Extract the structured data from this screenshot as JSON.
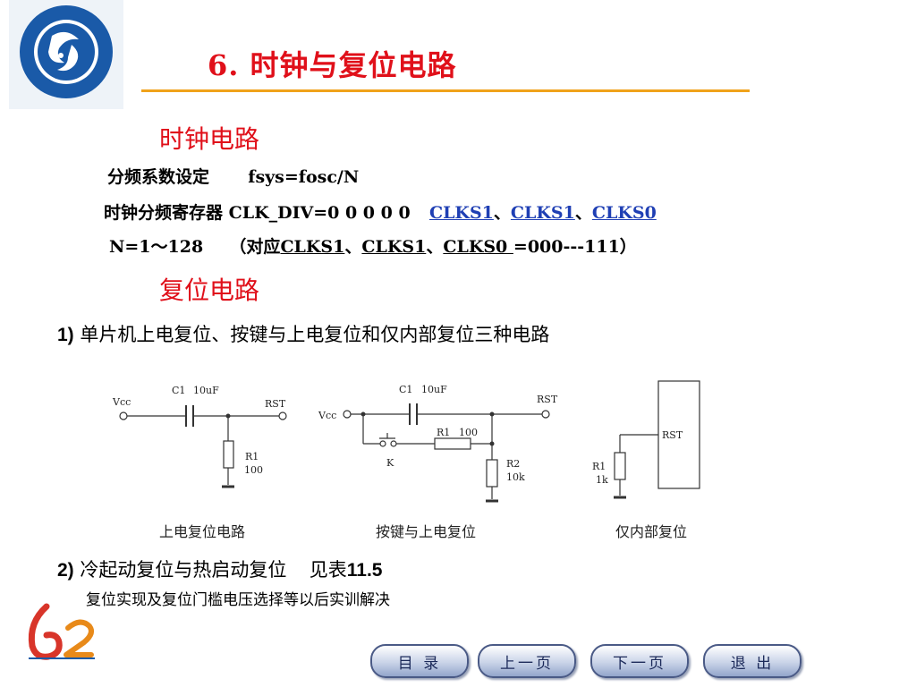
{
  "slide": {
    "title": "6. 时钟与复位电路",
    "clock": {
      "heading": "时钟电路",
      "line1_label": "分频系数设定",
      "line1_formula": "fsys=fosc/N",
      "line2_prefix": "时钟分频寄存器 CLK_DIV=0 0 0 0 0",
      "line2_bits": [
        "CLKS1",
        "CLKS1",
        "CLKS0"
      ],
      "sep": "、",
      "line3_prefix": "N=1～128",
      "line3_open": "（对应",
      "line3_bits": [
        "CLKS1",
        "CLKS1",
        "CLKS0 "
      ],
      "line3_value": "=000---111）"
    },
    "reset": {
      "heading": "复位电路",
      "item1_num": "1)",
      "item1_text": "单片机上电复位、按键与上电复位和仅内部复位三种电路",
      "item2_num": "2)",
      "item2_text": "冷起动复位与热启动复位",
      "item2_ref": "见表",
      "item2_ref_num": "11.5",
      "note": "复位实现及复位门槛电压选择等以后实训解决"
    },
    "circuits": {
      "c1": {
        "vcc": "Vcc",
        "cap": "C1",
        "cap_val": "10uF",
        "rst": "RST",
        "res": "R1",
        "res_val": "100",
        "caption": "上电复位电路"
      },
      "c2": {
        "vcc": "Vcc",
        "cap": "C1",
        "cap_val": "10uF",
        "rst": "RST",
        "r1": "R1",
        "r1_val": "100",
        "key": "K",
        "r2": "R2",
        "r2_val": "10k",
        "caption": "按键与上电复位"
      },
      "c3": {
        "rst": "RST",
        "res": "R1",
        "res_val": "1k",
        "caption": "仅内部复位"
      }
    },
    "nav": {
      "toc": "目 录",
      "prev": "上一页",
      "next": "下一页",
      "exit": "退 出"
    },
    "colors": {
      "title": "#e0101a",
      "rule": "#f0a21a",
      "link": "#1f3fb4",
      "logo_blue": "#1a5aa8"
    }
  }
}
